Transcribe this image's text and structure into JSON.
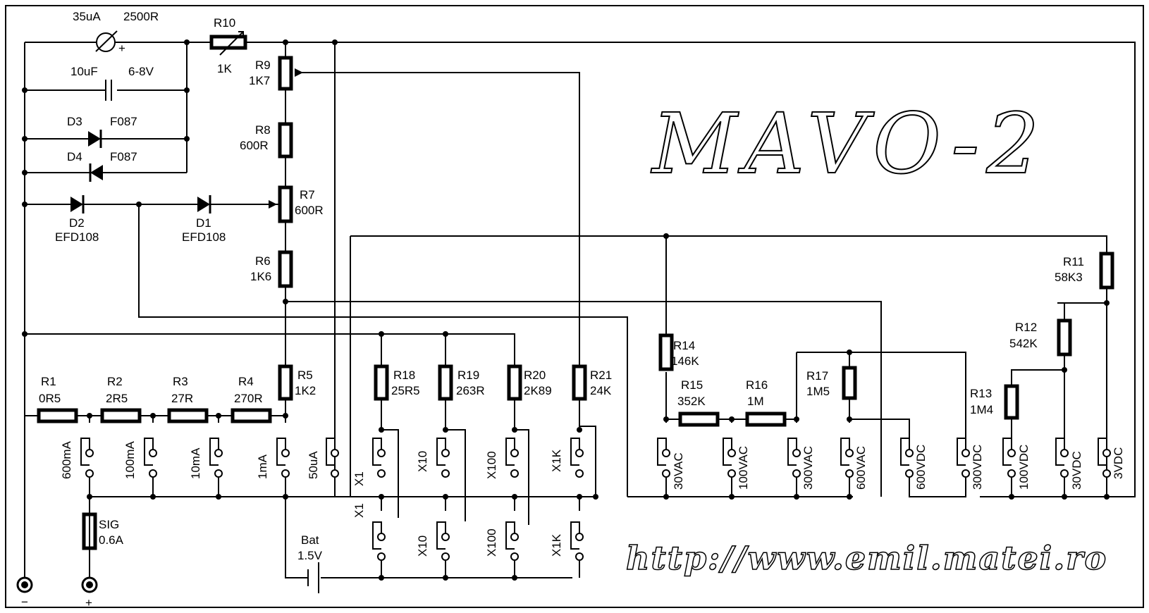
{
  "title": "MAVO-2",
  "url": "http://www.emil.matei.ro",
  "meter": {
    "current": "35uA",
    "resistance": "2500R"
  },
  "capacitor": {
    "value": "10uF",
    "voltage": "6-8V"
  },
  "diodes": {
    "d3": {
      "name": "D3",
      "type": "F087"
    },
    "d4": {
      "name": "D4",
      "type": "F087"
    },
    "d2": {
      "name": "D2",
      "type": "EFD108"
    },
    "d1": {
      "name": "D1",
      "type": "EFD108"
    }
  },
  "resistors": {
    "r10": {
      "name": "R10",
      "value": "1K"
    },
    "r9": {
      "name": "R9",
      "value": "1K7"
    },
    "r8": {
      "name": "R8",
      "value": "600R"
    },
    "r7": {
      "name": "R7",
      "value": "600R"
    },
    "r6": {
      "name": "R6",
      "value": "1K6"
    },
    "r5": {
      "name": "R5",
      "value": "1K2"
    },
    "r1": {
      "name": "R1",
      "value": "0R5"
    },
    "r2": {
      "name": "R2",
      "value": "2R5"
    },
    "r3": {
      "name": "R3",
      "value": "27R"
    },
    "r4": {
      "name": "R4",
      "value": "270R"
    },
    "r18": {
      "name": "R18",
      "value": "25R5"
    },
    "r19": {
      "name": "R19",
      "value": "263R"
    },
    "r20": {
      "name": "R20",
      "value": "2K89"
    },
    "r21": {
      "name": "R21",
      "value": "24K"
    },
    "r14": {
      "name": "R14",
      "value": "146K"
    },
    "r15": {
      "name": "R15",
      "value": "352K"
    },
    "r16": {
      "name": "R16",
      "value": "1M"
    },
    "r17": {
      "name": "R17",
      "value": "1M5"
    },
    "r11": {
      "name": "R11",
      "value": "58K3"
    },
    "r12": {
      "name": "R12",
      "value": "542K"
    },
    "r13": {
      "name": "R13",
      "value": "1M4"
    }
  },
  "switches": {
    "s600ma": "600mA",
    "s100ma": "100mA",
    "s10ma": "10mA",
    "s1ma": "1mA",
    "s50ua": "50uA",
    "x1a": "X1",
    "x10a": "X10",
    "x100a": "X100",
    "x1ka": "X1K",
    "x1b": "X1",
    "x10b": "X10",
    "x100b": "X100",
    "x1kb": "X1K",
    "v30ac": "30VAC",
    "v100ac": "100VAC",
    "v300ac": "300VAC",
    "v600ac": "600VAC",
    "v600dc": "600VDC",
    "v300dc": "300VDC",
    "v100dc": "100VDC",
    "v30dc": "30VDC",
    "v3dc": "3VDC"
  },
  "fuse": {
    "name": "SIG",
    "value": "0.6A"
  },
  "battery": {
    "name": "Bat",
    "value": "1.5V"
  },
  "terminals": {
    "minus": "−",
    "plus": "+"
  }
}
